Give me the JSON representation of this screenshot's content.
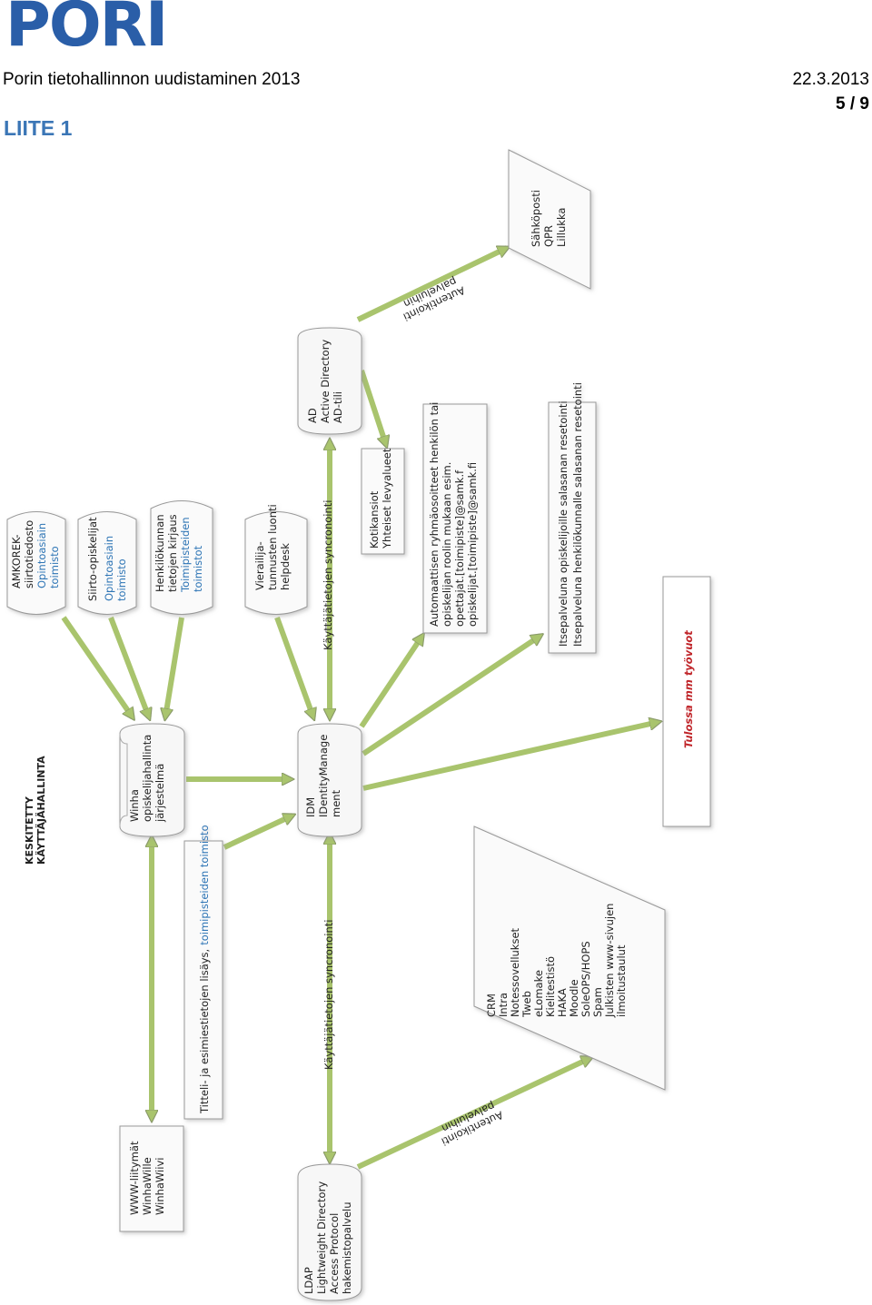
{
  "header": {
    "logo": "PORI",
    "title": "Porin tietohallinnon uudistaminen 2013",
    "date": "22.3.2013",
    "page": "5 / 9",
    "appendix": "LIITE 1"
  },
  "diagram": {
    "heading": [
      "KESKITETTY",
      "KÄYTTÄJÄHALLINTA"
    ],
    "sources": {
      "amkorek": {
        "lines": [
          "AMKOREK-",
          "siirtotiedosto"
        ],
        "office": [
          "Opintoasiain",
          "toimisto"
        ]
      },
      "siirto": {
        "lines": [
          "Siirto-opiskelijat"
        ],
        "office": [
          "Opintoasiain",
          "toimisto"
        ]
      },
      "henkilo": {
        "lines": [
          "Henkilökunnan",
          "tietojen kirjaus"
        ],
        "office": [
          "Toimipisteiden",
          "toimistot"
        ]
      },
      "vieraili": {
        "lines": [
          "Vierailija-",
          "tunnusten luonti",
          "helpdesk"
        ]
      }
    },
    "winha": [
      "Winha",
      "opiskelijahallinta",
      "järjestelmä"
    ],
    "idm": [
      "IDM",
      "IDentityManage",
      "ment"
    ],
    "ad": [
      "AD",
      "Active Directory",
      "AD-tili"
    ],
    "ldap": [
      "LDAP",
      "Lightweight Directory",
      "Access Protocol",
      "hakemistopalvelu"
    ],
    "email": [
      "Sähköposti",
      "QPR",
      "Lillukka"
    ],
    "home": [
      "Kotikansiot",
      "Yhteiset levyalueet"
    ],
    "groups": [
      "Automaattisen ryhmäosoitteet henkilön tai",
      "opiskelijan roolin mukaan esim.",
      "opettajat.[toimipiste]@samk.f",
      "opiskelijat.[toimipiste]@samk.fi"
    ],
    "selfservice": [
      "Itsepalveluna opiskelijoille salasanan resetointi",
      "Itsepalveluna henkilökunnalle salasanan resetointi"
    ],
    "future": "Tulossa mm työvuot",
    "titteli_prefix": "Titteli- ja esimiestietojen lisäys,",
    "titteli_office": "toimipisteiden toimisto",
    "www": [
      "WWW-liitymät",
      "WinhaWille",
      "WinhaWiivi"
    ],
    "services": [
      "CRM",
      "Intra",
      "Notessovellukset",
      "Tweb",
      "eLomake",
      "Kielitestistö",
      "HAKA",
      "Moodle",
      "SoleOPS/HOPS",
      "Spam",
      "Julkisten www-sivujen",
      "ilmoitustaulut"
    ],
    "sync_top": "Käyttäjätietojen syncronointi",
    "sync_bottom": "Käyttäjätietojen syncronointi",
    "auth_top": [
      "Autentikointi",
      "palveluihin"
    ],
    "auth_bottom": [
      "Autentikointi",
      "palveluihin"
    ]
  }
}
